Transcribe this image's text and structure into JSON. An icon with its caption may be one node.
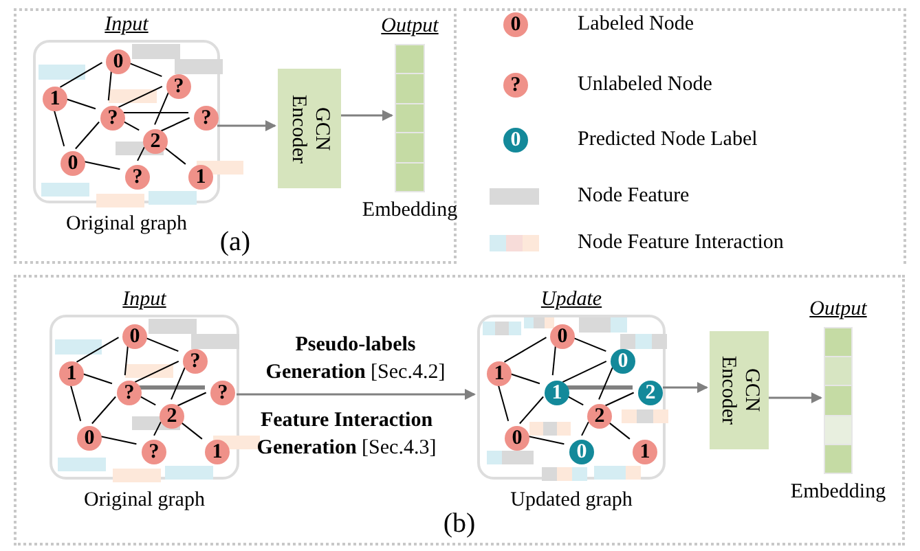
{
  "diagram": {
    "nodes": [
      {
        "text": [
          "(a)"
        ]
      },
      {
        "text": [
          "Input"
        ],
        "beside": [
          "Original graph"
        ],
        "in": 0
      },
      {
        "text": [
          "0"
        ],
        "in": 1
      },
      {
        "text": [
          "1"
        ],
        "in": 1
      },
      {
        "text": [
          "?"
        ],
        "in": 1
      },
      {
        "text": [
          "?"
        ],
        "in": 1
      },
      {
        "text": [
          "?"
        ],
        "in": 1
      },
      {
        "text": [
          "2"
        ],
        "in": 1
      },
      {
        "text": [
          "0"
        ],
        "in": 1
      },
      {
        "text": [
          "?"
        ],
        "in": 1
      },
      {
        "text": [
          "1"
        ],
        "in": 1
      },
      {
        "text": [
          "GCN Encoder"
        ],
        "in": 0
      },
      {
        "text": [
          "Output"
        ],
        "beside": [
          "Embedding"
        ],
        "in": 0
      },
      {
        "text": [
          "(b)"
        ]
      },
      {
        "text": [
          "Input"
        ],
        "beside": [
          "Original graph"
        ],
        "in": 13
      },
      {
        "text": [
          "0"
        ],
        "in": 14
      },
      {
        "text": [
          "1"
        ],
        "in": 14
      },
      {
        "text": [
          "?"
        ],
        "in": 14
      },
      {
        "text": [
          "?"
        ],
        "in": 14
      },
      {
        "text": [
          "?"
        ],
        "in": 14
      },
      {
        "text": [
          "2"
        ],
        "in": 14
      },
      {
        "text": [
          "0"
        ],
        "in": 14
      },
      {
        "text": [
          "?"
        ],
        "in": 14
      },
      {
        "text": [
          "1"
        ],
        "in": 14
      },
      {
        "text": [
          "Update"
        ],
        "beside": [
          "Updated graph"
        ],
        "in": 13
      },
      {
        "text": [
          "0"
        ],
        "in": 24
      },
      {
        "text": [
          "1"
        ],
        "in": 24
      },
      {
        "text": [
          "0"
        ],
        "in": 24
      },
      {
        "text": [
          "1"
        ],
        "in": 24
      },
      {
        "text": [
          "2"
        ],
        "in": 24
      },
      {
        "text": [
          "2"
        ],
        "in": 24
      },
      {
        "text": [
          "0"
        ],
        "in": 24
      },
      {
        "text": [
          "0"
        ],
        "in": 24
      },
      {
        "text": [
          "1"
        ],
        "in": 24
      },
      {
        "text": [
          "GCN Encoder"
        ],
        "in": 13
      },
      {
        "text": [
          "Output"
        ],
        "beside": [
          "Embedding"
        ],
        "in": 13
      },
      {
        "text": [
          "0"
        ]
      },
      {
        "text": [
          "?"
        ]
      },
      {
        "text": [
          "0"
        ]
      }
    ],
    "edges": [
      {
        "from": 2,
        "to": 3,
        "arrow": "none"
      },
      {
        "from": 2,
        "to": 5,
        "arrow": "none"
      },
      {
        "from": 2,
        "to": 4,
        "arrow": "none"
      },
      {
        "from": 3,
        "to": 5,
        "arrow": "none"
      },
      {
        "from": 3,
        "to": 8,
        "arrow": "none"
      },
      {
        "from": 5,
        "to": 4,
        "arrow": "none"
      },
      {
        "from": 5,
        "to": 6,
        "arrow": "none"
      },
      {
        "from": 5,
        "to": 7,
        "arrow": "none"
      },
      {
        "from": 5,
        "to": 8,
        "arrow": "none"
      },
      {
        "from": 4,
        "to": 7,
        "arrow": "none"
      },
      {
        "from": 7,
        "to": 6,
        "arrow": "none"
      },
      {
        "from": 7,
        "to": 9,
        "arrow": "none"
      },
      {
        "from": 7,
        "to": 10,
        "arrow": "none"
      },
      {
        "from": 8,
        "to": 9,
        "arrow": "none"
      },
      {
        "from": 1,
        "to": 11,
        "arrow": "to",
        "color": "#808080"
      },
      {
        "from": 11,
        "to": 12,
        "arrow": "to",
        "color": "#808080"
      },
      {
        "from": 15,
        "to": 16,
        "arrow": "none"
      },
      {
        "from": 15,
        "to": 18,
        "arrow": "none"
      },
      {
        "from": 15,
        "to": 17,
        "arrow": "none"
      },
      {
        "from": 16,
        "to": 18,
        "arrow": "none"
      },
      {
        "from": 16,
        "to": 21,
        "arrow": "none"
      },
      {
        "from": 18,
        "to": 17,
        "arrow": "none"
      },
      {
        "from": 18,
        "to": 19,
        "arrow": "none",
        "style": "thick",
        "color": "#808080"
      },
      {
        "from": 18,
        "to": 20,
        "arrow": "none"
      },
      {
        "from": 18,
        "to": 21,
        "arrow": "none"
      },
      {
        "from": 17,
        "to": 20,
        "arrow": "none"
      },
      {
        "from": 20,
        "to": 19,
        "arrow": "none"
      },
      {
        "from": 20,
        "to": 22,
        "arrow": "none"
      },
      {
        "from": 20,
        "to": 23,
        "arrow": "none"
      },
      {
        "from": 21,
        "to": 22,
        "arrow": "none"
      },
      {
        "from": 14,
        "to": 24,
        "arrow": "to",
        "color": "#808080",
        "label": "**Pseudo-labels Generation** [Sec.4.2]"
      },
      {
        "from": 25,
        "to": 26,
        "arrow": "none"
      },
      {
        "from": 25,
        "to": 28,
        "arrow": "none"
      },
      {
        "from": 25,
        "to": 27,
        "arrow": "none"
      },
      {
        "from": 26,
        "to": 28,
        "arrow": "none"
      },
      {
        "from": 26,
        "to": 31,
        "arrow": "none"
      },
      {
        "from": 28,
        "to": 27,
        "arrow": "none"
      },
      {
        "from": 28,
        "to": 29,
        "arrow": "none",
        "style": "thick",
        "color": "#808080"
      },
      {
        "from": 28,
        "to": 30,
        "arrow": "none"
      },
      {
        "from": 28,
        "to": 31,
        "arrow": "none"
      },
      {
        "from": 27,
        "to": 30,
        "arrow": "none"
      },
      {
        "from": 30,
        "to": 29,
        "arrow": "none"
      },
      {
        "from": 30,
        "to": 32,
        "arrow": "none"
      },
      {
        "from": 30,
        "to": 33,
        "arrow": "none"
      },
      {
        "from": 31,
        "to": 32,
        "arrow": "none"
      },
      {
        "from": 24,
        "to": 34,
        "arrow": "to",
        "color": "#808080"
      },
      {
        "from": 34,
        "to": 35,
        "arrow": "to",
        "color": "#808080"
      }
    ],
    "labels": [
      "**Feature Interaction Generation** [Sec.4.3]"
    ],
    "legend": [
      {
        "text": "Labeled Node"
      },
      {
        "text": "Unlabeled Node"
      },
      {
        "text": "Predicted Node Label"
      },
      {
        "text": "Node Feature",
        "color": "#d9d9d9"
      },
      {
        "text": "Node Feature Interaction"
      }
    ]
  }
}
